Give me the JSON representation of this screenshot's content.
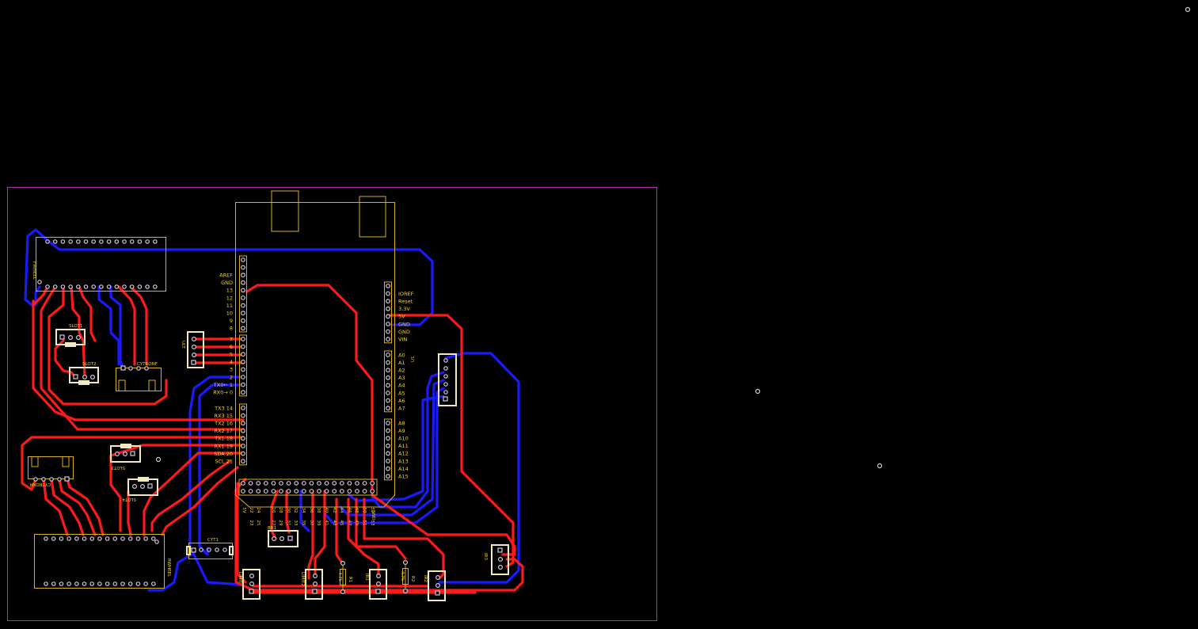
{
  "arduino": {
    "left_labels_top": [
      "AREF",
      "GND",
      "13",
      "12",
      "11",
      "10",
      "9",
      "8"
    ],
    "left_labels_mid": [
      "7",
      "6",
      "5",
      "4",
      "3",
      "2",
      "TX0← 1",
      "RX0→ 0"
    ],
    "left_labels_bot": [
      "TX3  14",
      "RX3  15",
      "TX2  16",
      "RX2  17",
      "TX1  18",
      "RX1  19",
      "SDA  20",
      "SCL  21"
    ],
    "right_power": [
      "IOREF",
      "Reset",
      "3.3V",
      "5V",
      "GND",
      "GND",
      "VIN"
    ],
    "right_analog1": [
      "A0",
      "A1",
      "A2",
      "A3",
      "A4",
      "A5",
      "A6",
      "A7"
    ],
    "right_analog2": [
      "A8",
      "A9",
      "A10",
      "A11",
      "A12",
      "A13",
      "A14",
      "A15"
    ],
    "bottom_labels": [
      "5V",
      "22",
      "23",
      "24",
      "25",
      "26",
      "27",
      "28",
      "29",
      "30",
      "31",
      "32",
      "33",
      "34",
      "35",
      "36",
      "37",
      "38",
      "39",
      "40",
      "41",
      "42",
      "43",
      "44",
      "45",
      "46",
      "47",
      "48",
      "49",
      "50",
      "51",
      "52",
      "53",
      "GND"
    ],
    "ref": "U1"
  },
  "parts": {
    "fwheel_label": "FWHEEL",
    "rwheel_label": "RWHEEL",
    "slot1": "SLOT1",
    "slot2": "SLOT2",
    "slot3": "SLOT3",
    "slot4": "SLOT4",
    "cytronf": "CYTRONF",
    "cytronr": "CYTRONR",
    "cyt1": "CYT1",
    "ult": "ULT",
    "br1": "BR1",
    "limit1": "LIMIT",
    "limit2": "LIMIT2",
    "ir1": "IR1",
    "ir2": "IR2",
    "ir_right": "IR3",
    "r1": "R1",
    "r1_val": "4.7k",
    "r2": "R2",
    "r2_val": "4.7k"
  },
  "colors": {
    "background": "#000000",
    "top_copper": "#ff1a1a",
    "bottom_copper": "#1a1aff",
    "silkscreen": "#f2d02a",
    "board_outline": "#b030b0"
  }
}
